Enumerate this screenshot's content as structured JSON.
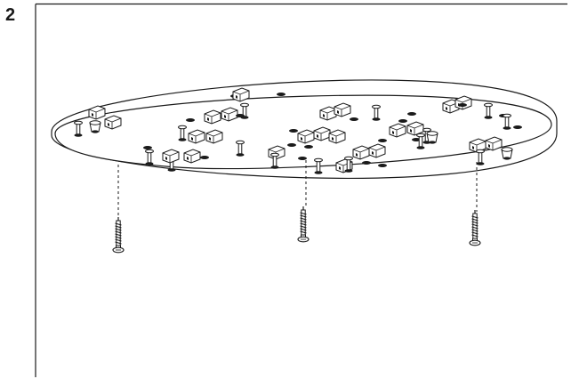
{
  "step": {
    "number": "2"
  },
  "diagram": {
    "stroke_color": "#1a1a1a",
    "background": "#ffffff",
    "parts": {
      "base_plate": "circular-mounting-plate",
      "screws": [
        "mounting-screw",
        "mounting-screw",
        "mounting-screw"
      ]
    }
  }
}
